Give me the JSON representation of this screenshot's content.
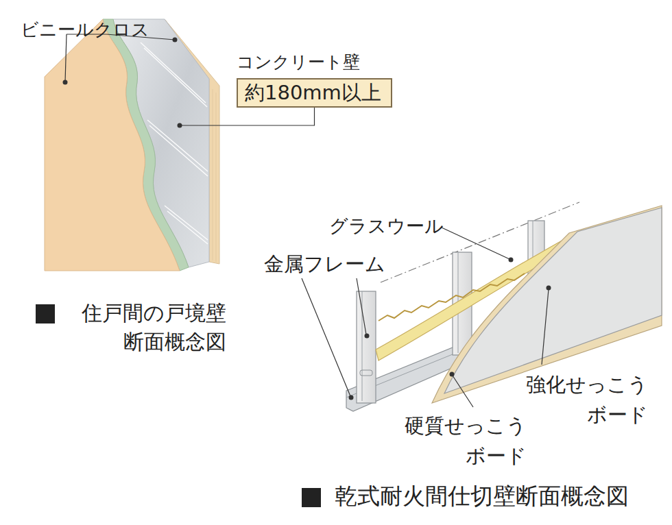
{
  "diagram": {
    "nodes": [
      {
        "text": [
          "コンクリート壁",
          "約180mm以上"
        ]
      }
    ],
    "labels": [
      "ビニールクロス",
      "住戸間の戸境壁 断面概念図",
      "グラスウール",
      "金属フレーム",
      "強化せっこう ボード",
      "硬質せっこう ボード",
      "乾式耐火間仕切壁断面概念図"
    ]
  }
}
